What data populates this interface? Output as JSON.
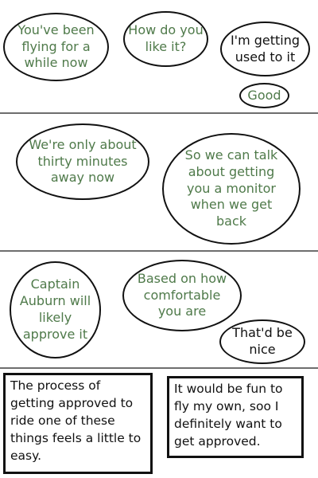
{
  "panels": [
    {
      "bubbles": [
        {
          "text": "You've been flying for a while now"
        },
        {
          "text": "How do you like it?"
        },
        {
          "text": "I'm getting used to it"
        },
        {
          "text": "Good"
        }
      ]
    },
    {
      "bubbles": [
        {
          "text": "We're only about thirty minutes away now"
        },
        {
          "text": "So we can talk about getting you a monitor when we get back"
        }
      ]
    },
    {
      "bubbles": [
        {
          "text": "Captain Auburn will likely approve it"
        },
        {
          "text": "Based on how comfortable you are"
        },
        {
          "text": "That'd be nice"
        }
      ]
    },
    {
      "captions": [
        {
          "text": "The process of getting approved to ride one of these things feels a little to easy."
        },
        {
          "text": "It would be fun to fly my own, soo I definitely want to get approved."
        }
      ]
    }
  ],
  "colors": {
    "speech_text": "#4f7a4a",
    "reply_text": "#111111",
    "outline": "#111111",
    "divider": "#6e6e6e",
    "background": "#ffffff"
  }
}
